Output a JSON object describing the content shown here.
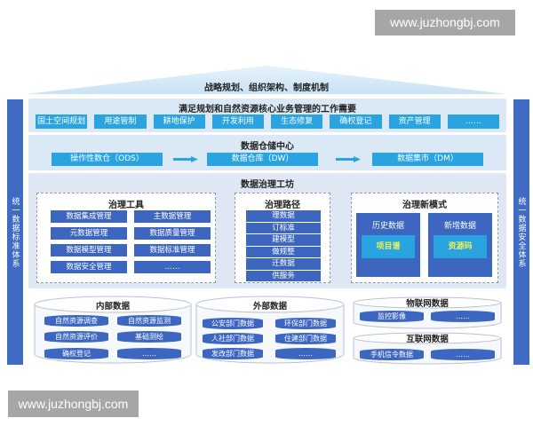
{
  "watermarks": {
    "top": "www.juzhongbj.com",
    "bottom": "www.juzhongbj.com"
  },
  "roof": {
    "label": "战略规划、组织架构、制度机制"
  },
  "side_left": {
    "label": "统一数据标准体系"
  },
  "side_right": {
    "label": "统一数据安全体系"
  },
  "business_layer": {
    "title": "满足规划和自然资源核心业务管理的工作需要",
    "items": [
      "国土空间规划",
      "用途管制",
      "耕地保护",
      "开发利用",
      "生态修复",
      "确权登记",
      "资产管理",
      "……"
    ]
  },
  "warehouse_layer": {
    "title": "数据仓储中心",
    "ods": "操作性数仓（ODS）",
    "dw": "数据仓库（DW）",
    "dm": "数据集市（DM）"
  },
  "governance_layer": {
    "title": "数据治理工坊",
    "tools": {
      "title": "治理工具",
      "items": [
        "数据集成管理",
        "主数据管理",
        "元数据管理",
        "数据质量管理",
        "数据模型管理",
        "数据标准管理",
        "数据安全管理",
        "……"
      ]
    },
    "path": {
      "title": "治理路径",
      "items": [
        "理数据",
        "订标准",
        "建模型",
        "做规整",
        "迁数据",
        "供服务"
      ]
    },
    "new_mode": {
      "title": "治理新模式",
      "cards": [
        {
          "title": "历史数据",
          "inner": "项目谱"
        },
        {
          "title": "新增数据",
          "inner": "资源码"
        }
      ]
    }
  },
  "sources": {
    "internal": {
      "title": "内部数据",
      "items": [
        "自然资源调查",
        "自然资源监测",
        "自然资源评价",
        "基础测绘",
        "确权登记",
        "……"
      ]
    },
    "external": {
      "title": "外部数据",
      "items": [
        "公安部门数据",
        "环保部门数据",
        "人社部门数据",
        "住建部门数据",
        "发改部门数据",
        "……"
      ]
    },
    "iot": {
      "title": "物联网数据",
      "items": [
        "监控影像",
        "……"
      ]
    },
    "internet": {
      "title": "互联网数据",
      "items": [
        "手机信令数据",
        "……"
      ]
    }
  },
  "colors": {
    "dark_blue": "#3c66c0",
    "light_blue": "#29a4e0",
    "layer_bg": "#dbe9f6",
    "highlight_text": "#e8f25a"
  }
}
